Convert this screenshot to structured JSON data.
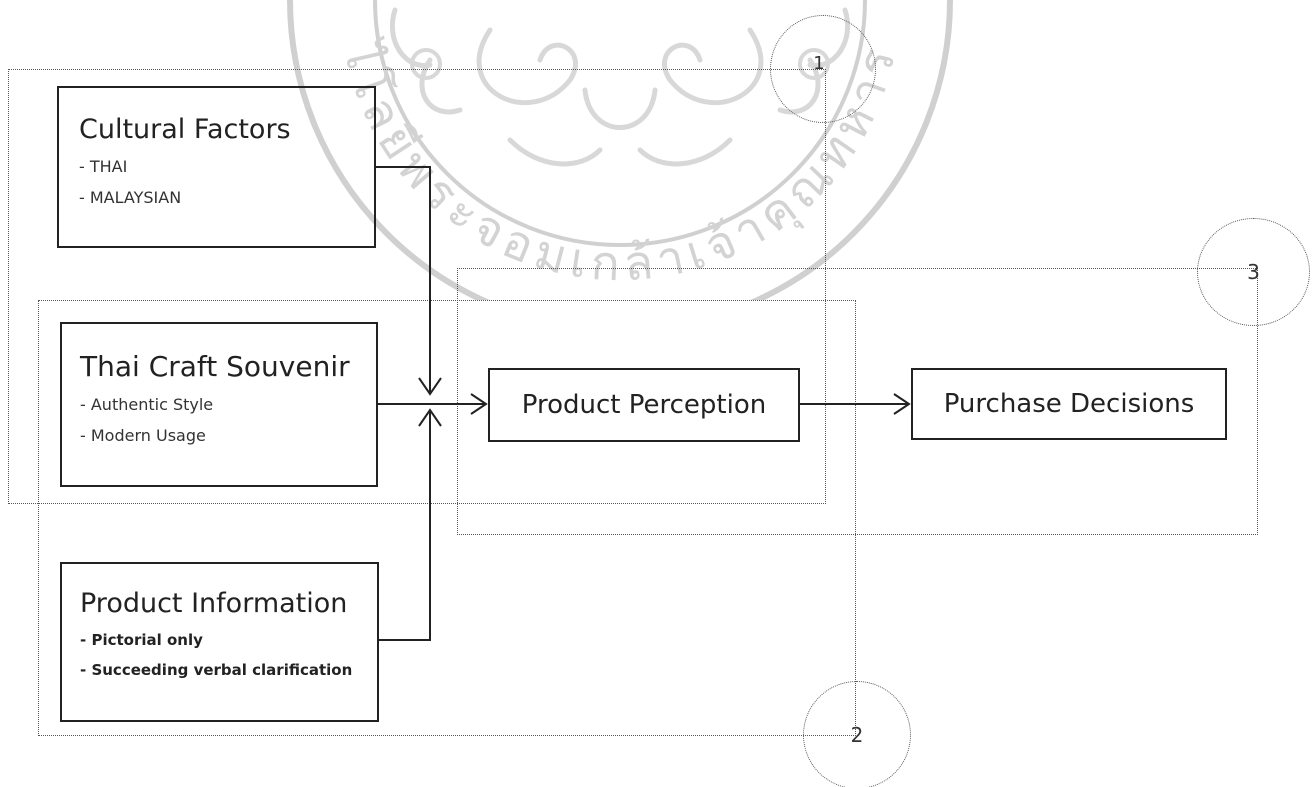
{
  "boxes": {
    "cultural_factors": {
      "title": "Cultural Factors",
      "items": [
        "- THAI",
        "- MALAYSIAN"
      ]
    },
    "thai_craft_souvenir": {
      "title": "Thai Craft Souvenir",
      "items": [
        "- Authentic Style",
        "- Modern Usage"
      ]
    },
    "product_information": {
      "title": "Product Information",
      "items": [
        "- Pictorial only",
        "- Succeeding verbal clarification"
      ]
    },
    "product_perception": {
      "label": "Product Perception"
    },
    "purchase_decisions": {
      "label": "Purchase Decisions"
    }
  },
  "regions": [
    {
      "number": "1"
    },
    {
      "number": "2"
    },
    {
      "number": "3"
    }
  ],
  "watermark": {
    "seal_text": "ไโลยีพระจอมเกล้าเจ้าคุณทหาร",
    "style": "faint university seal watermark"
  },
  "colors": {
    "box_border": "#222222",
    "region_border": "#555555",
    "watermark": "#cfcfcf"
  }
}
